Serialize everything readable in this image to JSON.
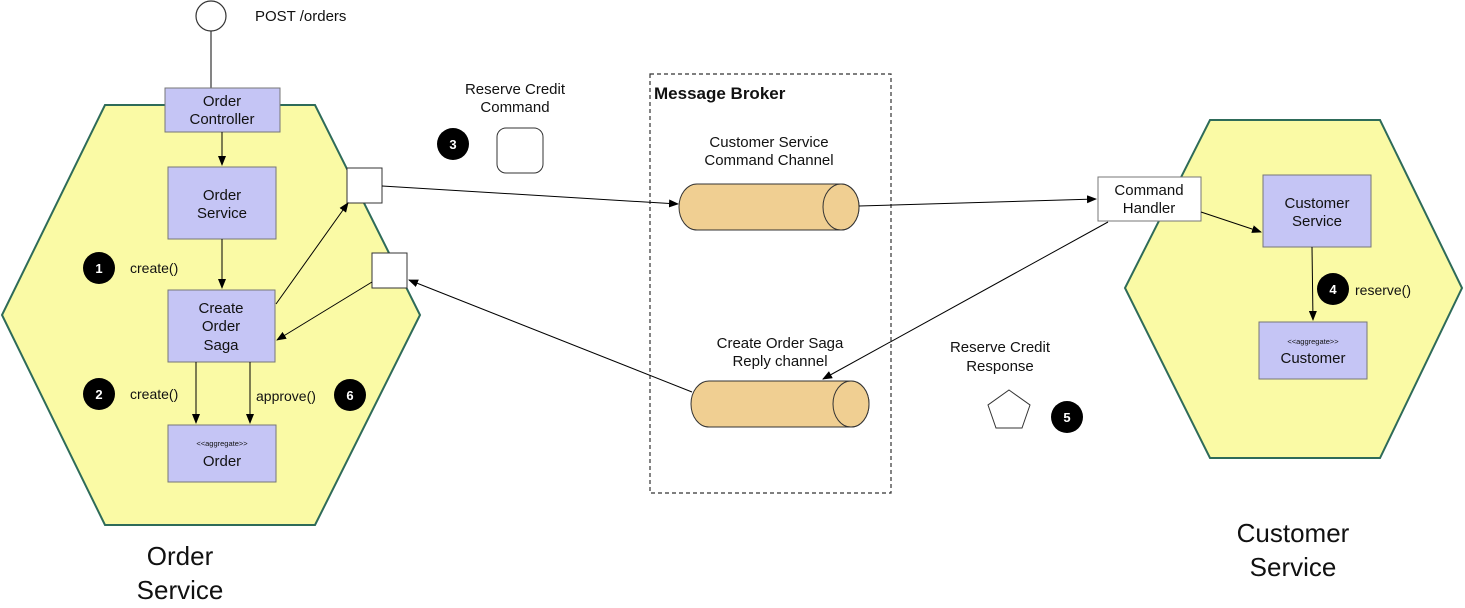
{
  "endpoint": {
    "label": "POST /orders"
  },
  "order_service": {
    "title_line1": "Order",
    "title_line2": "Service",
    "controller": {
      "line1": "Order",
      "line2": "Controller"
    },
    "service": {
      "line1": "Order",
      "line2": "Service"
    },
    "saga": {
      "line1": "Create",
      "line2": "Order",
      "line3": "Saga"
    },
    "order_aggregate": {
      "stereotype": "<<aggregate>>",
      "name": "Order"
    },
    "steps": {
      "create1": "create()",
      "create2": "create()",
      "approve": "approve()"
    }
  },
  "message_broker": {
    "title": "Message Broker",
    "command_channel": {
      "line1": "Customer Service",
      "line2": "Command Channel"
    },
    "reply_channel": {
      "line1": "Create Order Saga",
      "line2": "Reply channel"
    }
  },
  "reserve_credit_command": {
    "line1": "Reserve Credit",
    "line2": "Command"
  },
  "reserve_credit_response": {
    "line1": "Reserve Credit",
    "line2": "Response"
  },
  "customer_service": {
    "title_line1": "Customer",
    "title_line2": "Service",
    "command_handler": {
      "line1": "Command",
      "line2": "Handler"
    },
    "service": {
      "line1": "Customer",
      "line2": "Service"
    },
    "customer_aggregate": {
      "stereotype": "<<aggregate>>",
      "name": "Customer"
    },
    "steps": {
      "reserve": "reserve()"
    }
  },
  "markers": [
    "1",
    "2",
    "3",
    "4",
    "5",
    "6"
  ],
  "colors": {
    "hexagon_fill": "#fafaa5",
    "hexagon_stroke": "#2e6b59",
    "box_fill": "#c5c5f5",
    "box_stroke": "#777777",
    "channel_fill": "#f0cf92",
    "marker_fill": "#000000"
  }
}
